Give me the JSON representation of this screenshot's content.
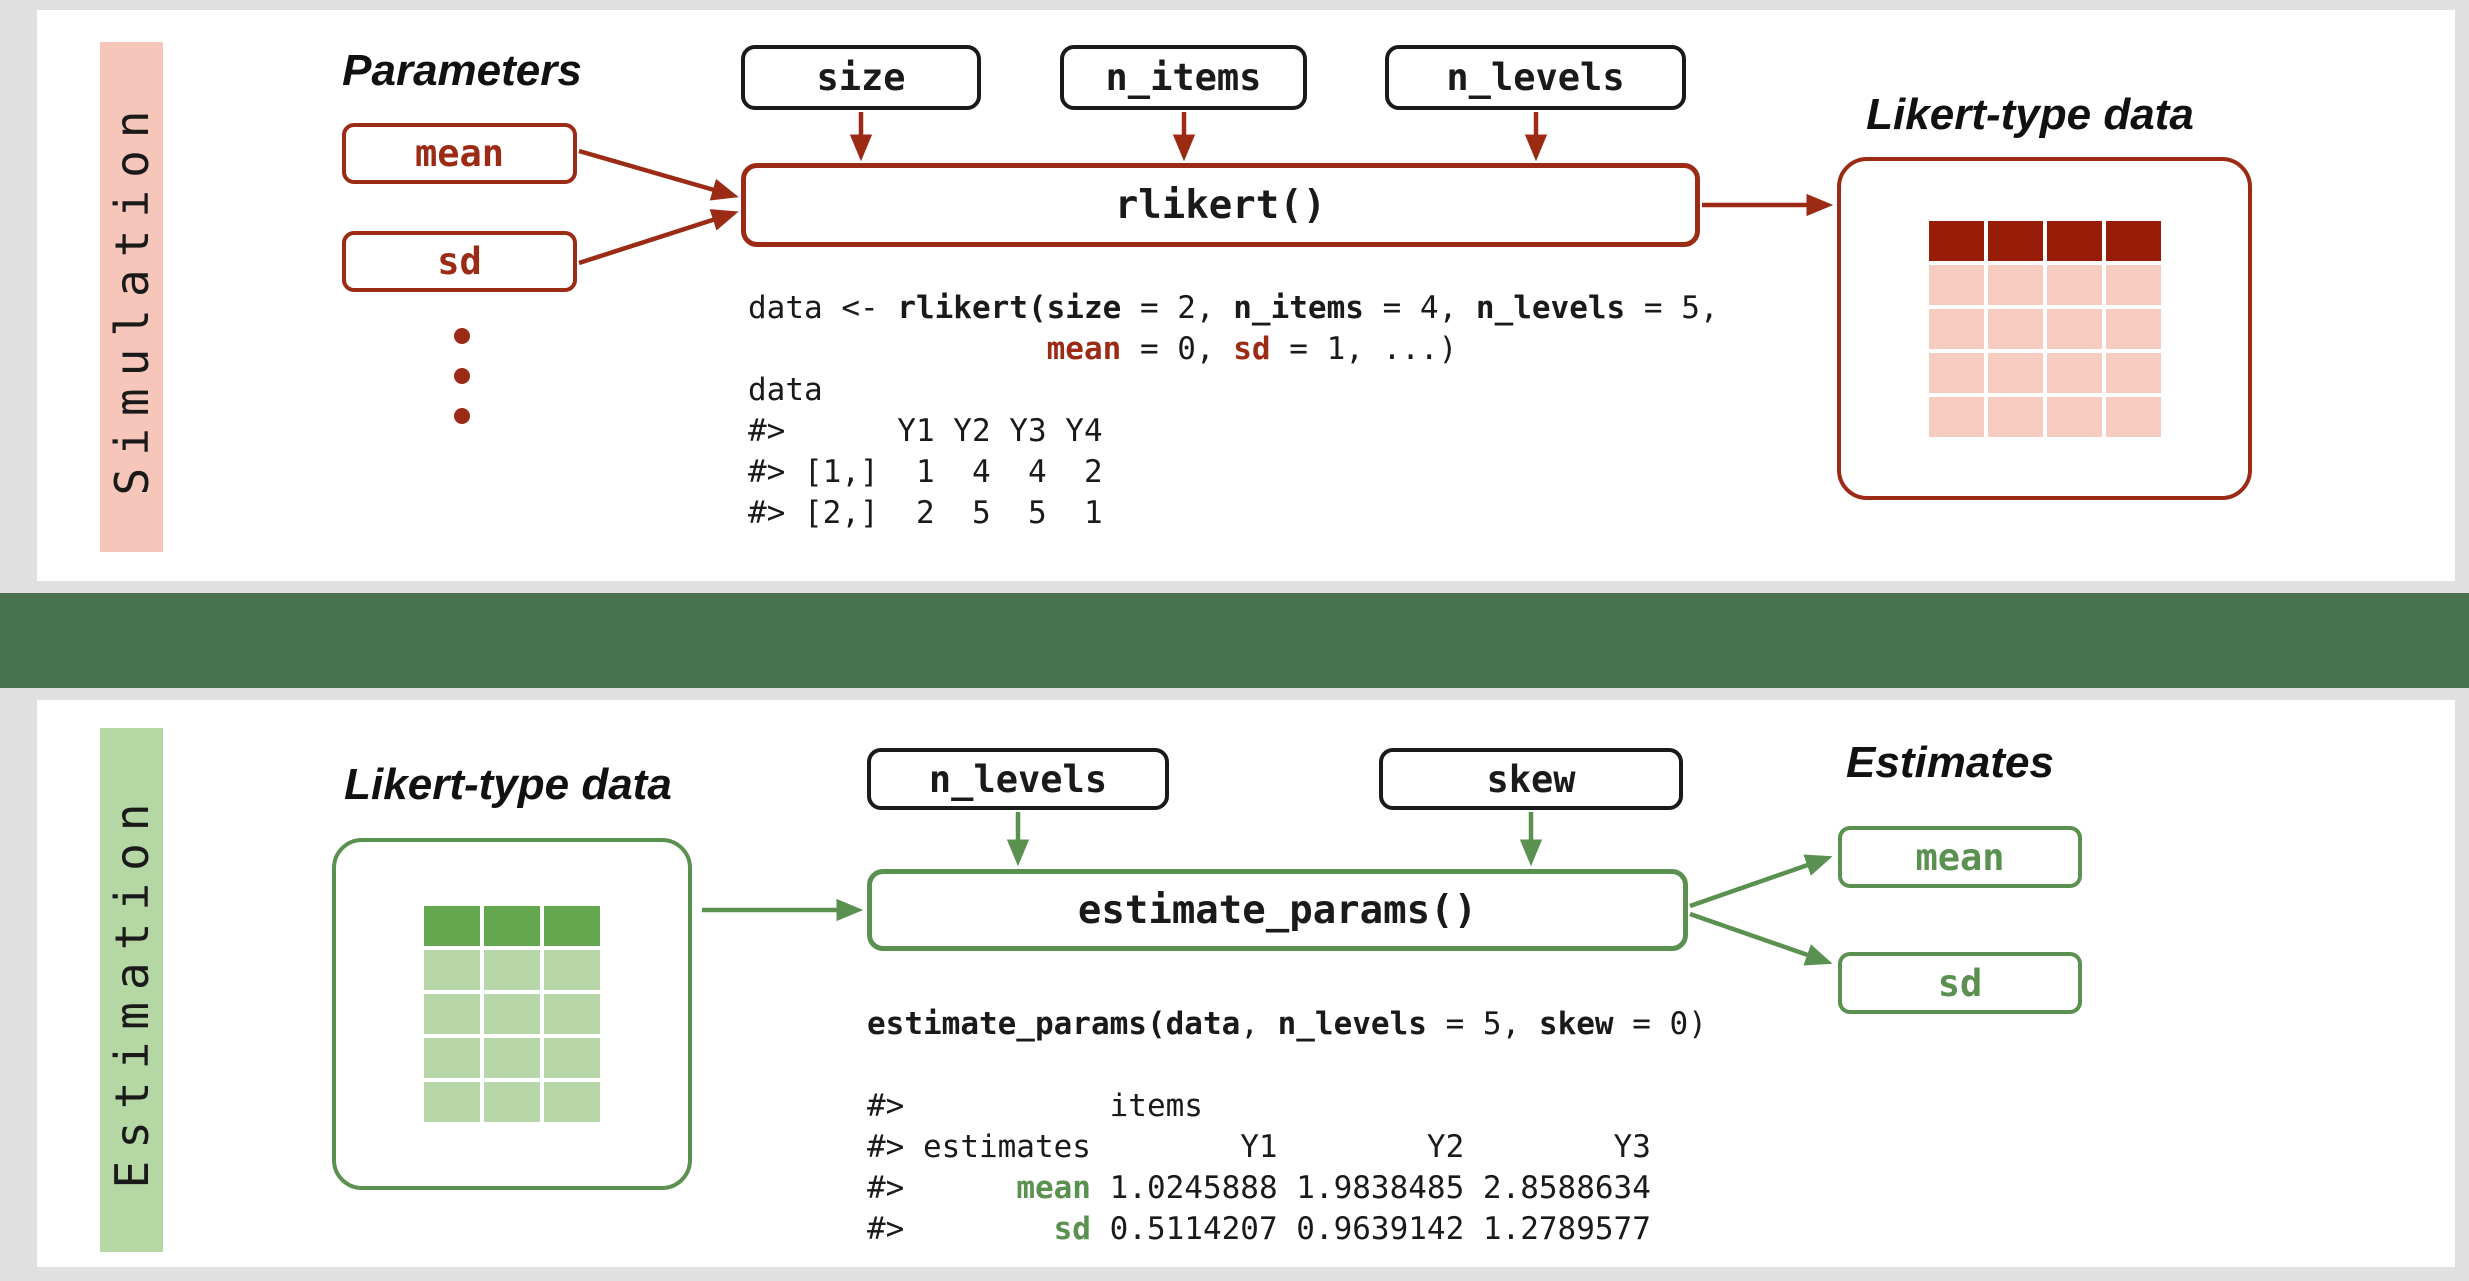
{
  "colors": {
    "page_bg": "#E0E0E0",
    "panel_bg": "#FFFFFF",
    "accent_red": "#9C2B16",
    "table_red_header": "#981D08",
    "table_red_cell": "#F6CCC1",
    "pink_strip": "#F5C6B9",
    "accent_green": "#5B9150",
    "band_green": "#4A7450",
    "table_green_header": "#63A84F",
    "table_green_cell": "#B7D6A8",
    "green_strip": "#B5D7A4",
    "box_black": "#1A1A1A",
    "ink": "#1A1A1A"
  },
  "simulation": {
    "section_label": "Simulation",
    "parameters_title": "Parameters",
    "param_boxes": [
      {
        "label": "mean"
      },
      {
        "label": "sd"
      }
    ],
    "ellipsis_dots": 3,
    "arg_boxes": [
      {
        "label": "size"
      },
      {
        "label": "n_items"
      },
      {
        "label": "n_levels"
      }
    ],
    "function_box": "rlikert()",
    "output_title": "Likert-type data",
    "data_table": {
      "columns": 4,
      "rows": 5
    },
    "code": [
      [
        {
          "t": "data <- "
        },
        {
          "t": "rlikert(",
          "s": "b"
        },
        {
          "t": "size",
          "s": "b"
        },
        {
          "t": " = 2, "
        },
        {
          "t": "n_items",
          "s": "b"
        },
        {
          "t": " = 4, "
        },
        {
          "t": "n_levels",
          "s": "b"
        },
        {
          "t": " = 5,"
        }
      ],
      [
        {
          "t": "                "
        },
        {
          "t": "mean",
          "s": "red"
        },
        {
          "t": " = 0, "
        },
        {
          "t": "sd",
          "s": "red"
        },
        {
          "t": " = 1, ...)"
        }
      ],
      [
        {
          "t": "data"
        }
      ],
      [
        {
          "t": "#>      Y1 Y2 Y3 Y4"
        }
      ],
      [
        {
          "t": "#> [1,]  1  4  4  2"
        }
      ],
      [
        {
          "t": "#> [2,]  2  5  5  1"
        }
      ]
    ]
  },
  "estimation": {
    "section_label": "Estimation",
    "input_title": "Likert-type data",
    "data_table": {
      "columns": 3,
      "rows": 5
    },
    "arg_boxes": [
      {
        "label": "n_levels"
      },
      {
        "label": "skew"
      }
    ],
    "function_box": "estimate_params()",
    "output_title": "Estimates",
    "estimate_boxes": [
      {
        "label": "mean"
      },
      {
        "label": "sd"
      }
    ],
    "code": [
      [
        {
          "t": "estimate_params(",
          "s": "b"
        },
        {
          "t": "data",
          "s": "b"
        },
        {
          "t": ", "
        },
        {
          "t": "n_levels",
          "s": "b"
        },
        {
          "t": " = 5, "
        },
        {
          "t": "skew",
          "s": "b"
        },
        {
          "t": " = 0)"
        }
      ],
      [],
      [
        {
          "t": "#>           items"
        }
      ],
      [
        {
          "t": "#> estimates        Y1        Y2        Y3"
        }
      ],
      [
        {
          "t": "#>      "
        },
        {
          "t": "mean",
          "s": "green"
        },
        {
          "t": " 1.0245888 1.9838485 2.8588634"
        }
      ],
      [
        {
          "t": "#>        "
        },
        {
          "t": "sd",
          "s": "green"
        },
        {
          "t": " 0.5114207 0.9639142 1.2789577"
        }
      ]
    ]
  }
}
